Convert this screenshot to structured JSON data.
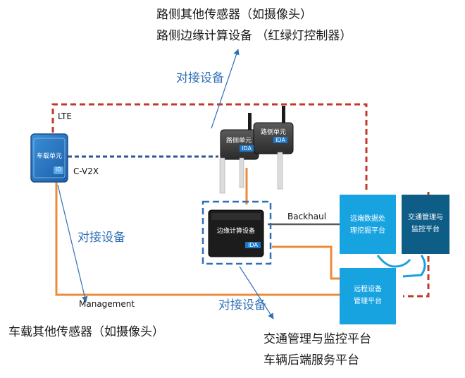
{
  "top_sensors": {
    "line1": "路侧其他传感器（如摄像头）",
    "line2": "路侧边缘计算设备 （红绿灯控制器）"
  },
  "labels": {
    "dock_top": "对接设备",
    "dock_left": "对接设备",
    "dock_bottom": "对接设备",
    "lte": "LTE",
    "cv2x": "C-V2X",
    "backhaul": "Backhaul",
    "management": "Management"
  },
  "devices": {
    "vehicle_unit": "车载单元",
    "vehicle_ida": "ID",
    "rsu_1": "路侧单元",
    "rsu_1_ida": "IDA",
    "rsu_2": "路侧单元",
    "rsu_2_ida": "IDA",
    "edge": "边缘计算设备",
    "edge_ida": "IDA"
  },
  "platforms": {
    "remote_data_l1": "远端数据处",
    "remote_data_l2": "理挖掘平台",
    "traffic_l1": "交通管理与",
    "traffic_l2": "监控平台",
    "remote_mgmt_l1": "远程设备",
    "remote_mgmt_l2": "管理平台"
  },
  "bottom": {
    "vehicle_sensors": "车载其他传感器（如摄像头）",
    "platform_1": "交通管理与监控平台",
    "platform_2": "车辆后端服务平台"
  },
  "colors": {
    "lte_dashed": "#c0392b",
    "cv2x_dashed": "#2f5597",
    "management_line": "#ed8b3c",
    "backhaul_line": "#595959",
    "arrow_blue": "#2f6fb6",
    "platform_box": "#17a2e0",
    "platform_dark": "#0e5d86"
  }
}
